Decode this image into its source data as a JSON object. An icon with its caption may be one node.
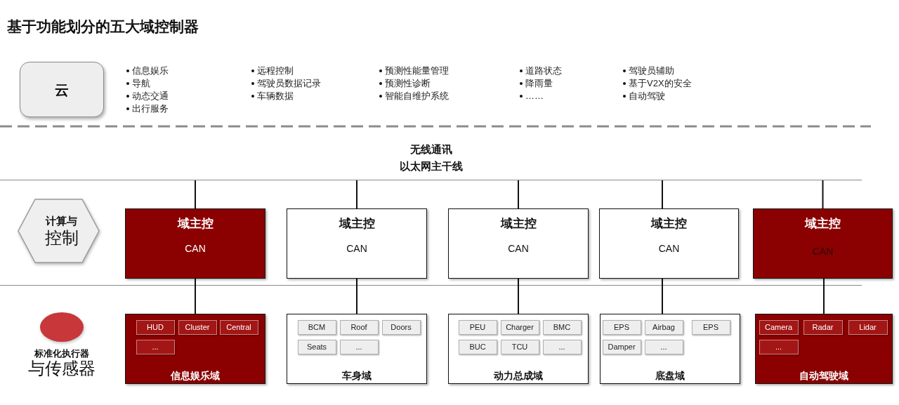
{
  "diagram": {
    "title": "基于功能划分的五大域控制器",
    "nodes": [
      {
        "text": [
          "云"
        ]
      },
      {
        "text": [
          "无线通讯",
          "以太网主干线"
        ]
      },
      {
        "text": [
          "计算与",
          "控制"
        ]
      },
      {
        "text": [
          "域主控",
          "CAN"
        ]
      },
      {
        "text": [
          "域主控",
          "CAN"
        ]
      },
      {
        "text": [
          "域主控",
          "CAN"
        ]
      },
      {
        "text": [
          "域主控",
          "CAN"
        ]
      },
      {
        "text": [
          "域主控",
          "CAN"
        ]
      },
      {
        "text": [],
        "shape": "circle",
        "beside": [
          "标准化执行器",
          "与传感器"
        ]
      },
      {
        "text": [
          "信息娱乐域"
        ]
      },
      {
        "text": [
          "HUD"
        ],
        "in": 9
      },
      {
        "text": [
          "Cluster"
        ],
        "in": 9
      },
      {
        "text": [
          "Central"
        ],
        "in": 9
      },
      {
        "text": [
          "..."
        ],
        "in": 9
      },
      {
        "text": [
          "车身域"
        ]
      },
      {
        "text": [
          "BCM"
        ],
        "in": 14
      },
      {
        "text": [
          "Roof"
        ],
        "in": 14
      },
      {
        "text": [
          "Doors"
        ],
        "in": 14
      },
      {
        "text": [
          "Seats"
        ],
        "in": 14
      },
      {
        "text": [
          "..."
        ],
        "in": 14
      },
      {
        "text": [
          "动力总成域"
        ]
      },
      {
        "text": [
          "PEU"
        ],
        "in": 20
      },
      {
        "text": [
          "Charger"
        ],
        "in": 20
      },
      {
        "text": [
          "BMC"
        ],
        "in": 20
      },
      {
        "text": [
          "BUC"
        ],
        "in": 20
      },
      {
        "text": [
          "TCU"
        ],
        "in": 20
      },
      {
        "text": [
          "..."
        ],
        "in": 20
      },
      {
        "text": [
          "底盘域"
        ]
      },
      {
        "text": [
          "EPS"
        ],
        "in": 27
      },
      {
        "text": [
          "Airbag"
        ],
        "in": 27
      },
      {
        "text": [
          "EPS"
        ],
        "in": 27
      },
      {
        "text": [
          "Damper"
        ],
        "in": 27
      },
      {
        "text": [
          "..."
        ],
        "in": 27
      },
      {
        "text": [
          "自动驾驶域"
        ]
      },
      {
        "text": [
          "Camera"
        ],
        "in": 33
      },
      {
        "text": [
          "Radar"
        ],
        "in": 33
      },
      {
        "text": [
          "Lidar"
        ],
        "in": 33
      },
      {
        "text": [
          "..."
        ],
        "in": 33
      }
    ],
    "edges": [
      {
        "from": 1,
        "to": 3,
        "arrow": "none"
      },
      {
        "from": 1,
        "to": 4,
        "arrow": "none"
      },
      {
        "from": 1,
        "to": 5,
        "arrow": "none"
      },
      {
        "from": 1,
        "to": 6,
        "arrow": "none"
      },
      {
        "from": 1,
        "to": 7,
        "arrow": "none"
      },
      {
        "from": 3,
        "to": 9,
        "arrow": "none"
      },
      {
        "from": 4,
        "to": 14,
        "arrow": "none"
      },
      {
        "from": 5,
        "to": 20,
        "arrow": "none"
      },
      {
        "from": 6,
        "to": 27,
        "arrow": "none"
      },
      {
        "from": 7,
        "to": 33,
        "arrow": "none"
      }
    ],
    "labels": [
      "信息娱乐",
      "导航",
      "动态交通",
      "出行服务",
      "远程控制",
      "驾驶员数据记录",
      "车辆数据",
      "预测性能量管理",
      "预测性诊断",
      "智能自维护系统",
      "道路状态",
      "降雨量",
      "……",
      "驾驶员辅助",
      "基于V2X的安全",
      "自动驾驶"
    ]
  }
}
